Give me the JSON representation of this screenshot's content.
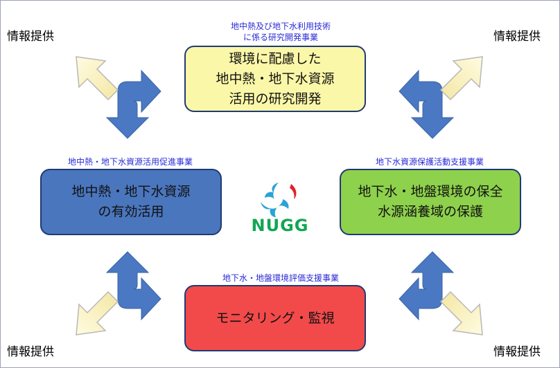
{
  "top": {
    "caption": [
      "地中熱及び地下水利用技術",
      "に係る研究開発事業"
    ],
    "lines": [
      "環境に配慮した",
      "地中熱・地下水資源",
      "活用の研究開発"
    ],
    "color": "#fbf7a8"
  },
  "left": {
    "caption": [
      "地中熱・地下水資源活用促進事業"
    ],
    "lines": [
      "地中熱・地下水資源",
      "の有効活用"
    ],
    "color": "#4a76be"
  },
  "right": {
    "caption": [
      "地下水資源保護活動支援事業"
    ],
    "lines": [
      "地下水・地盤環境の保全",
      "水源涵養域の保護"
    ],
    "color": "#8ed14c"
  },
  "bottom": {
    "caption": [
      "地下水・地盤環境評価支援事業"
    ],
    "lines": [
      "モニタリング・監視"
    ],
    "color": "#f24a4a"
  },
  "info_label": "情報提供",
  "logo": {
    "text": "NUGG",
    "color_blue": "#2aa3d6",
    "color_red": "#e2202a",
    "color_green": "#12a653"
  },
  "colors": {
    "arrow_blue": "#4a78c2",
    "arrow_yellow": "#fff6c2",
    "border": "#1f3a73",
    "caption": "#2a2ad8"
  }
}
